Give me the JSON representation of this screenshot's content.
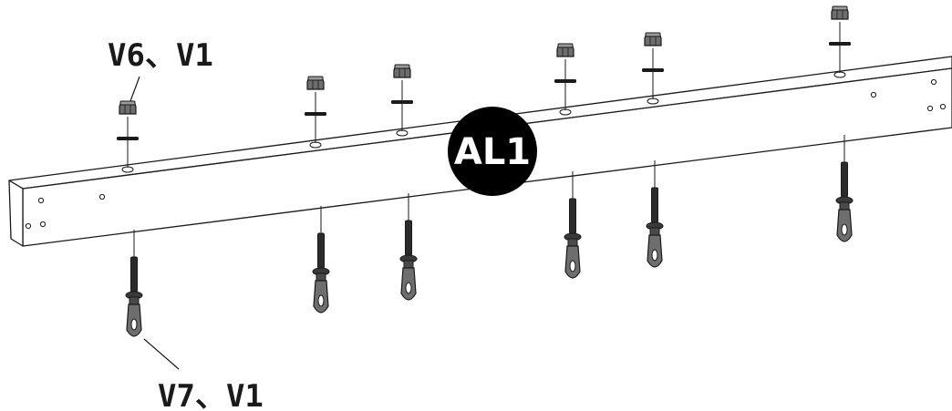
{
  "diagram": {
    "badge": {
      "label": "AL1",
      "fill": "#000000",
      "text_color": "#ffffff"
    },
    "callouts": {
      "top": {
        "label": "V6、V1"
      },
      "bottom": {
        "label": "V7、V1"
      }
    },
    "colors": {
      "line": "#1a1a1a",
      "beam_fill": "#ffffff",
      "part_fill": "#6e6e6e",
      "part_dark": "#2b2b2b"
    }
  }
}
